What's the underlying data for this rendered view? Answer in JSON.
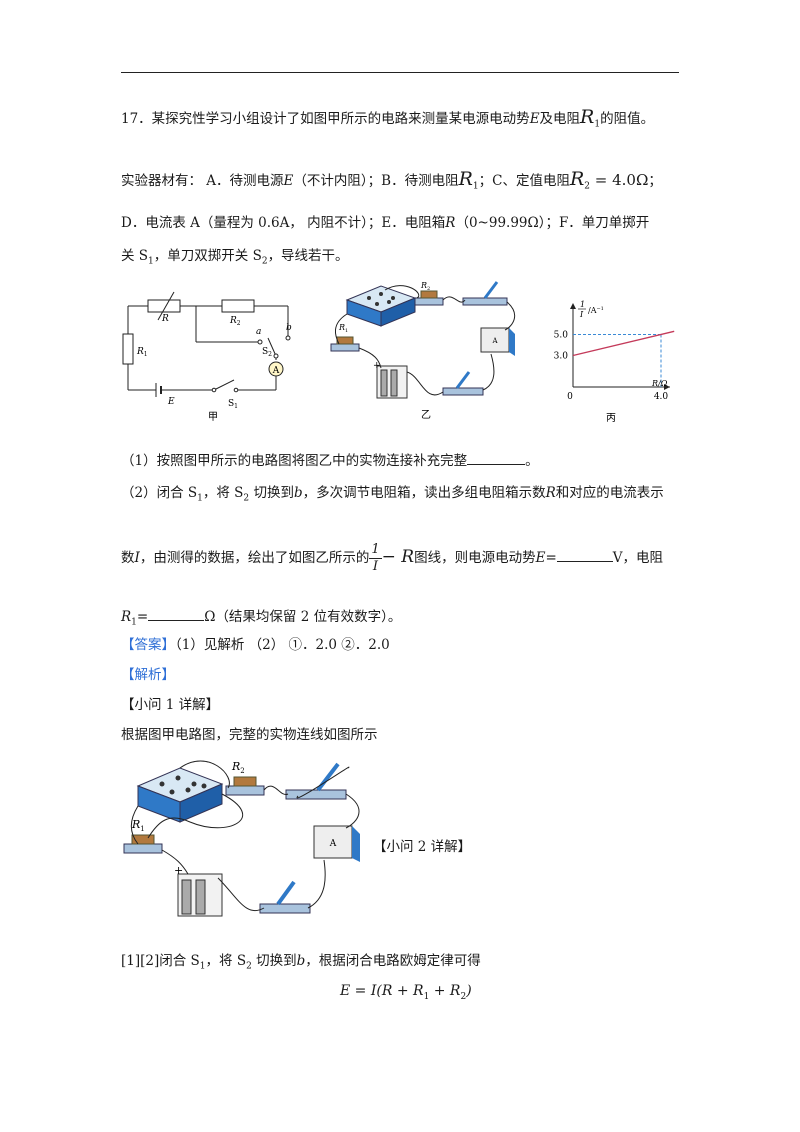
{
  "question": {
    "title": "17．某探究性学习小组设计了如图甲所示的电路来测量某电源电动势",
    "title_E": "E",
    "title_mid": "及电阻",
    "title_R1": "R",
    "title_R1_sub": "1",
    "title_end": "的阻值。",
    "materials_intro": "实验器材有：  A．待测电源",
    "materials_E": "E",
    "materials_a2": "（不计内阻）；B．待测电阻",
    "materials_R1": "R",
    "materials_R1_sub": "1",
    "materials_c": "；C、定值电阻",
    "materials_R2": "R",
    "materials_R2_sub": "2",
    "materials_R2_val": " = 4.0Ω",
    "materials_end": "；",
    "line3": "D．电流表 A（量程为 0.6A，  内阻不计）；E．电阻箱",
    "line3_R": "R",
    "line3_b": "（0~99.99Ω）；F．单刀单掷开",
    "line4_a": "关 S",
    "line4_sub1": "1",
    "line4_b": "，单刀双掷开关 S",
    "line4_sub2": "2",
    "line4_c": "，导线若干。"
  },
  "figures": {
    "jia": {
      "caption": "甲",
      "R": "R",
      "R2": "R",
      "R2_sub": "2",
      "R1": "R",
      "R1_sub": "1",
      "a": "a",
      "b": "b",
      "S2": "S",
      "S2_sub": "2",
      "ammeter": "A",
      "E": "E",
      "S1": "S",
      "S1_sub": "1"
    },
    "yi": {
      "caption": "乙",
      "R2": "R",
      "R2_sub": "2",
      "R1": "R",
      "R1_sub": "1",
      "plus": "+",
      "ammeter": "A"
    },
    "bing": {
      "caption": "丙",
      "y_label": "/A",
      "y_label_num": "1",
      "y_label_den": "I",
      "y_label_sup": "−1",
      "x_label": "R/Ω",
      "origin": "0",
      "line_color": "#c43a5a"
    }
  },
  "chart_data": {
    "type": "line",
    "x": [
      0,
      4.0
    ],
    "y": [
      3.0,
      5.0
    ],
    "xlabel": "R/Ω",
    "ylabel": "1/I /A⁻¹",
    "x_ticks": [
      "0",
      "4.0"
    ],
    "y_ticks": [
      "3.0",
      "5.0"
    ],
    "grid": false
  },
  "subq": {
    "q1_a": "（1）按照图甲所示的电路图将图乙中的实物连接补充完整",
    "q1_end": "。",
    "q2_a": "（2）闭合 S",
    "q2_sub1": "1",
    "q2_b": "，将 S",
    "q2_sub2": "2",
    "q2_c": " 切换到",
    "q2_b_it": "b",
    "q2_d": "，多次调节电阻箱，读出多组电阻箱示数",
    "q2_R": "R",
    "q2_e": "和对应的电流表示",
    "q2_l2_a": "数",
    "q2_l2_I": "I",
    "q2_l2_b": "，由测得的数据，绘出了如图乙所示的",
    "q2_frac_num": "1",
    "q2_frac_den": "I",
    "q2_frac_R": "− R",
    "q2_l2_c": "图线，则电源电动势",
    "q2_l2_E": "E",
    "q2_l2_d": "=",
    "q2_l2_e": "V，电阻",
    "q2_l3_R": "R",
    "q2_l3_sub": "1",
    "q2_l3_a": "=",
    "q2_l3_b": "Ω（结果均保留 2 位有效数字）。"
  },
  "answer": {
    "label": "【答案】",
    "text": "（1）见解析      （2）      ①．2.0      ②．2.0"
  },
  "analysis": {
    "label": "【解析】",
    "sub1": "【小问 1 详解】",
    "sub1_text": "根据图甲电路图，完整的实物连线如图所示",
    "sub2": "【小问 2 详解】",
    "sub2_text_a": "[1][2]闭合 S",
    "sub2_sub1": "1",
    "sub2_text_b": "，将 S",
    "sub2_sub2": "2",
    "sub2_text_c": " 切换到",
    "sub2_b": "b",
    "sub2_text_d": "，根据闭合电路欧姆定律可得",
    "equation": "E = I(R + R",
    "eq_sub1": "1",
    "eq_mid": " + R",
    "eq_sub2": "2",
    "eq_end": ")"
  }
}
